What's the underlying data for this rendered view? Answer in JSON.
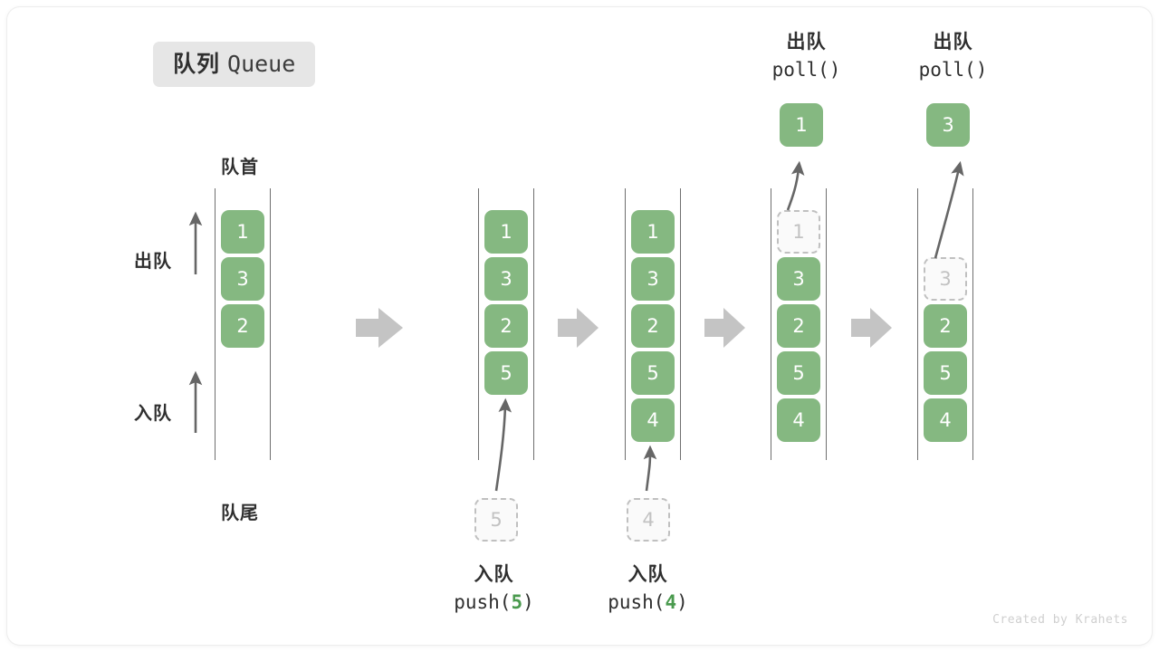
{
  "title": {
    "cn": "队列",
    "en": "Queue"
  },
  "labels": {
    "head": "队首",
    "tail": "队尾",
    "dequeue": "出队",
    "enqueue": "入队"
  },
  "footer": {
    "credit": "Created by Krahets"
  },
  "colors": {
    "cell_fill": "#85b881",
    "cell_text": "#ffffff",
    "ghost_border": "#c0c0c0",
    "ghost_text": "#c2c2c2",
    "rail": "#6f6f6f",
    "arrow": "#666666",
    "step_arrow": "#c4c4c4",
    "badge_bg": "#e6e6e6",
    "accent_green": "#4a9a4e",
    "text": "#2f2f2f"
  },
  "steps": [
    {
      "id": "initial",
      "cells": [
        {
          "value": "1",
          "state": "filled"
        },
        {
          "value": "3",
          "state": "filled"
        },
        {
          "value": "2",
          "state": "filled"
        }
      ]
    },
    {
      "id": "after-push-5",
      "cells": [
        {
          "value": "1",
          "state": "filled"
        },
        {
          "value": "3",
          "state": "filled"
        },
        {
          "value": "2",
          "state": "filled"
        },
        {
          "value": "5",
          "state": "filled"
        }
      ],
      "incoming": {
        "value": "5",
        "state": "ghost"
      },
      "caption": {
        "cn": "入队",
        "code_prefix": "push(",
        "arg": "5",
        "code_suffix": ")"
      }
    },
    {
      "id": "after-push-4",
      "cells": [
        {
          "value": "1",
          "state": "filled"
        },
        {
          "value": "3",
          "state": "filled"
        },
        {
          "value": "2",
          "state": "filled"
        },
        {
          "value": "5",
          "state": "filled"
        },
        {
          "value": "4",
          "state": "filled"
        }
      ],
      "incoming": {
        "value": "4",
        "state": "ghost"
      },
      "caption": {
        "cn": "入队",
        "code_prefix": "push(",
        "arg": "4",
        "code_suffix": ")"
      }
    },
    {
      "id": "after-poll-1",
      "cells": [
        {
          "value": "1",
          "state": "ghost"
        },
        {
          "value": "3",
          "state": "filled"
        },
        {
          "value": "2",
          "state": "filled"
        },
        {
          "value": "5",
          "state": "filled"
        },
        {
          "value": "4",
          "state": "filled"
        }
      ],
      "outgoing": {
        "value": "1",
        "state": "filled"
      },
      "caption": {
        "cn": "出队",
        "code_prefix": "poll(",
        "arg": "",
        "code_suffix": ")"
      }
    },
    {
      "id": "after-poll-3",
      "cells": [
        {
          "value": "",
          "state": "empty"
        },
        {
          "value": "3",
          "state": "ghost"
        },
        {
          "value": "2",
          "state": "filled"
        },
        {
          "value": "5",
          "state": "filled"
        },
        {
          "value": "4",
          "state": "filled"
        }
      ],
      "outgoing": {
        "value": "3",
        "state": "filled"
      },
      "caption": {
        "cn": "出队",
        "code_prefix": "poll(",
        "arg": "",
        "code_suffix": ")"
      }
    }
  ]
}
